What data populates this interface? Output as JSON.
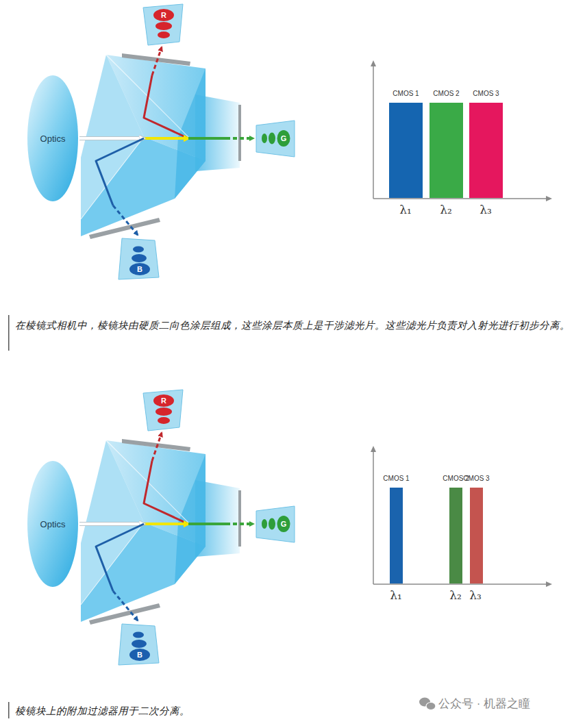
{
  "diagram": {
    "nodes": [
      {
        "text": [
          "Optics"
        ]
      },
      {
        "text": [
          "R"
        ]
      },
      {
        "text": [
          "G"
        ]
      },
      {
        "text": [
          "B"
        ]
      },
      {
        "text": [
          "CMOS 1"
        ]
      },
      {
        "text": [
          "CMOS 2"
        ]
      },
      {
        "text": [
          "CMOS 3"
        ]
      },
      {
        "text": [
          "Optics"
        ]
      },
      {
        "text": [
          "R"
        ]
      },
      {
        "text": [
          "G"
        ]
      },
      {
        "text": [
          "B"
        ]
      },
      {
        "text": [
          "CMOS 1"
        ]
      },
      {
        "text": [
          "CMOS 2"
        ]
      },
      {
        "text": [
          "CMOS 3"
        ]
      }
    ],
    "edges": [
      {
        "from": 0,
        "to": 1,
        "arrow": "to"
      },
      {
        "from": 0,
        "to": 2,
        "arrow": "to"
      },
      {
        "from": 0,
        "to": 3,
        "arrow": "to"
      },
      {
        "from": 7,
        "to": 8,
        "arrow": "to"
      },
      {
        "from": 7,
        "to": 9,
        "arrow": "to"
      },
      {
        "from": 7,
        "to": 10,
        "arrow": "to"
      }
    ],
    "labels": [
      "λ₁",
      "λ₂",
      "λ₃",
      "在棱镜式相机中，棱镜块由硬质二向色涂层组成，这些涂层本质上是干涉滤光片。这些滤光片负责对入射光进行初步分离。",
      "λ₁",
      "λ₂",
      "λ₃",
      "棱镜块上的附加过滤器用于二次分离。",
      "公众号 · 机器之瞳"
    ]
  }
}
